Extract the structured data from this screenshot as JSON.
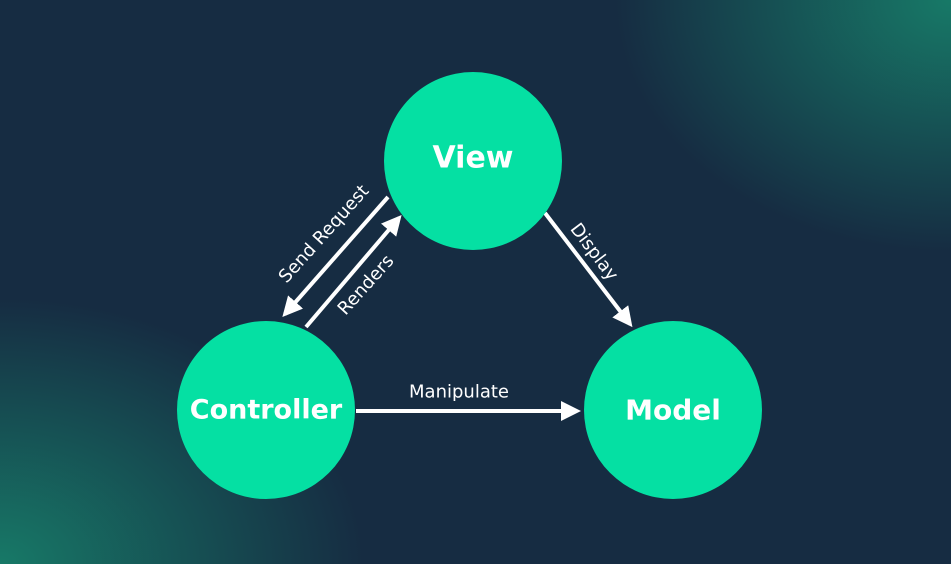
{
  "colors": {
    "node_fill": "#05e0a3",
    "arrow": "#ffffff",
    "text": "#ffffff"
  },
  "nodes": {
    "view": {
      "label": "View"
    },
    "controller": {
      "label": "Controller"
    },
    "model": {
      "label": "Model"
    }
  },
  "edges": {
    "send_request": {
      "label": "Send Request"
    },
    "renders": {
      "label": "Renders"
    },
    "display": {
      "label": "Display"
    },
    "manipulate": {
      "label": "Manipulate"
    }
  }
}
